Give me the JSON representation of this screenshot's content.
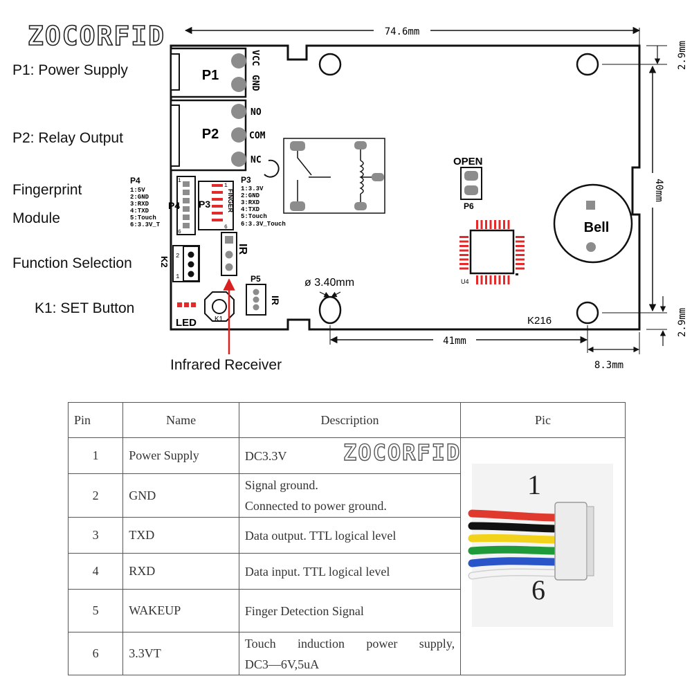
{
  "watermark": "ZOCORFID",
  "side_labels": {
    "p1": "P1: Power Supply",
    "p2": "P2: Relay Output",
    "fingerprint_line1": "Fingerprint",
    "fingerprint_line2": "Module",
    "function_selection": "Function Selection",
    "k1": "K1: SET Button",
    "infrared": "Infrared Receiver"
  },
  "board": {
    "model": "K216",
    "p1": {
      "label": "P1",
      "pins": [
        "VCC",
        "GND"
      ]
    },
    "p2": {
      "label": "P2",
      "pins": [
        "NO",
        "COM",
        "NC"
      ]
    },
    "p4": {
      "label": "P4",
      "pins": [
        "1:5V",
        "2:GND",
        "3:RXD",
        "4:TXD",
        "5:Touch",
        "6:3.3V_T"
      ],
      "pin_first": "1",
      "pin_last": "6"
    },
    "p3": {
      "label": "P3",
      "pins": [
        "1:3.3V",
        "2:GND",
        "3:RXD",
        "4:TXD",
        "5:Touch",
        "6:3.3V_Touch"
      ],
      "silk": "FINGER",
      "pin_first": "1",
      "pin_last": "6"
    },
    "k2": {
      "label": "K2",
      "pin1": "1",
      "pin2": "2"
    },
    "ir_label": "IR",
    "p5": {
      "label": "P5",
      "ir": "IR"
    },
    "p6": {
      "label": "P6",
      "open": "OPEN"
    },
    "u4": "U4",
    "bell": "Bell",
    "led": "LED",
    "k1": "K1"
  },
  "dimensions": {
    "width": "74.6mm",
    "height": "40mm",
    "top_offset": "2.9mm",
    "bottom_offset": "2.9mm",
    "hole_spacing": "41mm",
    "edge_offset": "8.3mm",
    "hole_diameter": "ø 3.40mm"
  },
  "table": {
    "headers": [
      "Pin",
      "Name",
      "Description",
      "Pic"
    ],
    "rows": [
      {
        "pin": "1",
        "name": "Power Supply",
        "desc1": "DC3.3V",
        "desc2": ""
      },
      {
        "pin": "2",
        "name": "GND",
        "desc1": "Signal ground.",
        "desc2": "Connected to power ground."
      },
      {
        "pin": "3",
        "name": "TXD",
        "desc1": "Data output. TTL logical level",
        "desc2": ""
      },
      {
        "pin": "4",
        "name": "RXD",
        "desc1": "Data input. TTL logical level",
        "desc2": ""
      },
      {
        "pin": "5",
        "name": "WAKEUP",
        "desc1": "Finger Detection Signal",
        "desc2": ""
      },
      {
        "pin": "6",
        "name": "3.3VT",
        "desc1": "Touch induction power supply,",
        "desc2": "DC3—6V,5uA"
      }
    ],
    "pic_top": "1",
    "pic_bottom": "6",
    "wire_colors": [
      "#e03a2e",
      "#111111",
      "#f2d21b",
      "#1f9a3a",
      "#2a55c8",
      "#f4f4f4"
    ]
  },
  "colors": {
    "pad": "#8c8c8c",
    "ic": "#e22a2a",
    "outline": "#111111"
  }
}
